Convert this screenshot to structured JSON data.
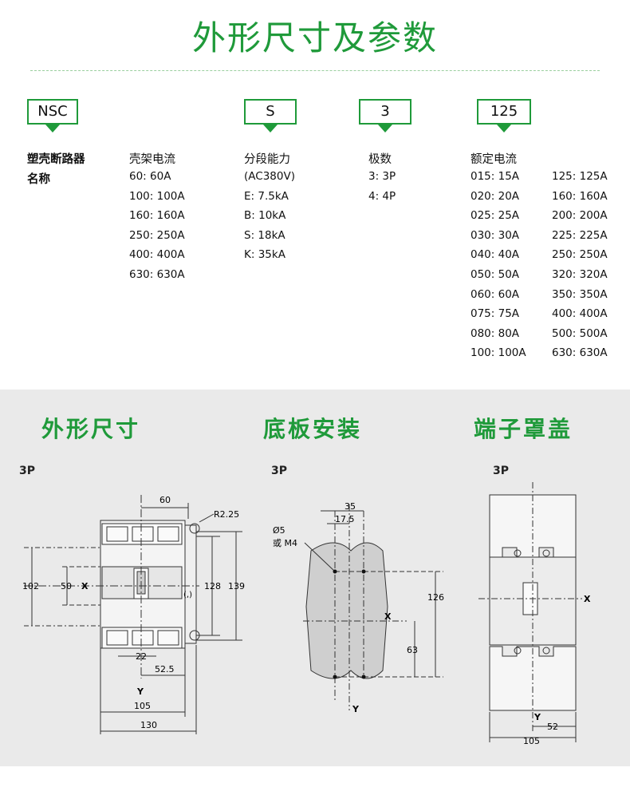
{
  "header": {
    "title": "外形尺寸及参数"
  },
  "codes": [
    {
      "label": "NSC"
    },
    {
      "label": "S"
    },
    {
      "label": "3"
    },
    {
      "label": "125"
    }
  ],
  "params": {
    "name_label_1": "塑壳断路器",
    "name_label_2": "名称",
    "frame_title": "壳架电流",
    "frame_items": [
      "60: 60A",
      "100: 100A",
      "160: 160A",
      "250: 250A",
      "400: 400A",
      "630: 630A"
    ],
    "breaking_title": "分段能力",
    "breaking_items": [
      "(AC380V)",
      "E: 7.5kA",
      "B: 10kA",
      "S: 18kA",
      "K: 35kA"
    ],
    "poles_title": "极数",
    "poles_items": [
      "3: 3P",
      "4: 4P"
    ],
    "rated_title": "额定电流",
    "rated_col1": [
      "015: 15A",
      "020: 20A",
      "025: 25A",
      "030: 30A",
      "040: 40A",
      "050: 50A",
      "060: 60A",
      "075: 75A",
      "080: 80A",
      "100: 100A"
    ],
    "rated_col2": [
      "125: 125A",
      "160: 160A",
      "200: 200A",
      "225: 225A",
      "250: 250A",
      "320: 320A",
      "350: 350A",
      "400: 400A",
      "500: 500A",
      "630: 630A"
    ]
  },
  "sections": {
    "outline": {
      "title": "外形尺寸",
      "tag": "3P"
    },
    "mounting": {
      "title": "底板安装",
      "tag": "3P"
    },
    "cover": {
      "title": "端子罩盖",
      "tag": "3P"
    }
  },
  "dims": {
    "outline": {
      "w60": "60",
      "r": "R2.25",
      "h102": "102",
      "h50": "50",
      "h128": "128",
      "h139": "139",
      "w22": "22",
      "w525": "52.5",
      "w105": "105",
      "w130": "130",
      "x": "X",
      "y": "Y",
      "paren": "(,)"
    },
    "mounting": {
      "w35": "35",
      "w175": "17.5",
      "hole1": "Ø5",
      "hole2": "或 M4",
      "h126": "126",
      "h63": "63",
      "x": "X",
      "y": "Y"
    },
    "cover": {
      "x": "X",
      "y": "Y",
      "w52": "52",
      "w105": "105"
    }
  },
  "colors": {
    "accent": "#1f9a3a",
    "panel": "#eaeaea"
  }
}
